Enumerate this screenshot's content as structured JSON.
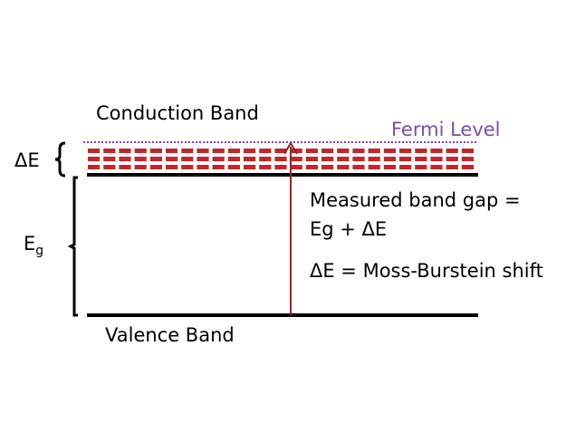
{
  "labels": {
    "conduction_band": "Conduction Band",
    "fermi_level": "Fermi Level",
    "delta_e": "ΔE",
    "eg_main": "E",
    "eg_sub": "g",
    "measured_line1": "Measured band gap =",
    "measured_line2": "Eg + ΔE",
    "moss_burstein": "ΔE = Moss-Burstein shift",
    "valence_band": "Valence Band"
  },
  "colors": {
    "fermi": "#7a4fa0",
    "states": "#c4262e",
    "arrow": "#8b2a2a",
    "band": "#000000"
  },
  "filled_state_rows": 3,
  "dashes_per_row": 25
}
